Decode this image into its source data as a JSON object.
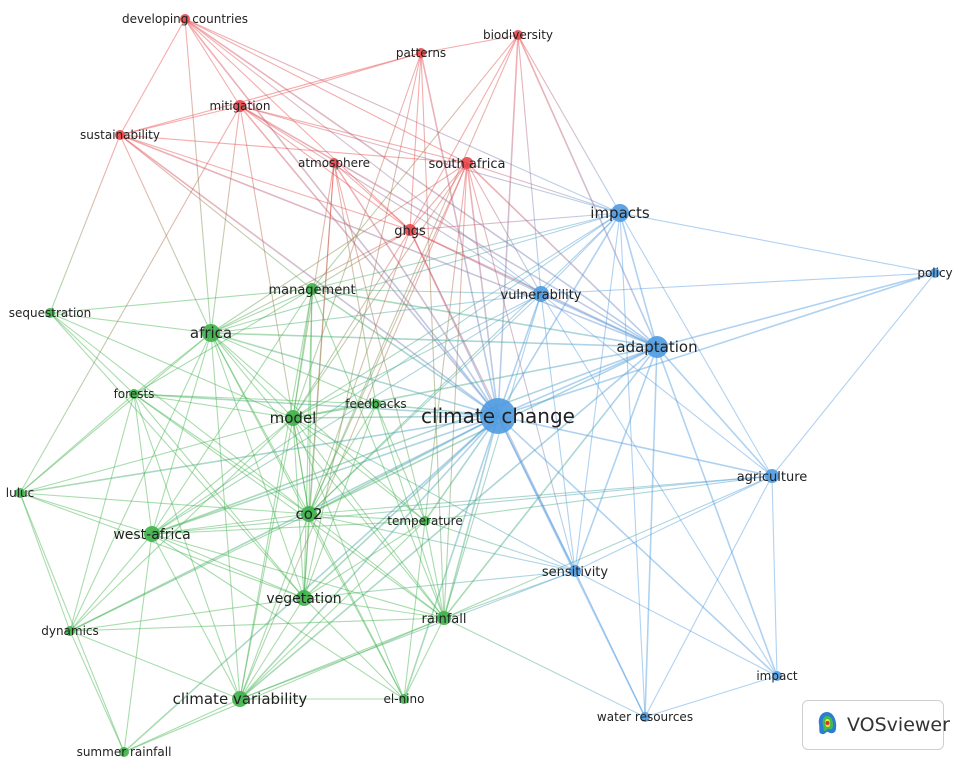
{
  "brand": {
    "name": "VOSviewer",
    "logo_icon": "vosviewer-logo-icon"
  },
  "colors": {
    "cluster_red": "#e8474a",
    "cluster_green": "#3fb14a",
    "cluster_blue": "#4f9be0"
  },
  "network": {
    "nodes": [
      {
        "id": "developing-countries",
        "label": "developing countries",
        "cluster": "red"
      },
      {
        "id": "patterns",
        "label": "patterns",
        "cluster": "red"
      },
      {
        "id": "biodiversity",
        "label": "biodiversity",
        "cluster": "red"
      },
      {
        "id": "mitigation",
        "label": "mitigation",
        "cluster": "red"
      },
      {
        "id": "sustainability",
        "label": "sustainability",
        "cluster": "red"
      },
      {
        "id": "atmosphere",
        "label": "atmosphere",
        "cluster": "red"
      },
      {
        "id": "south-africa",
        "label": "south africa",
        "cluster": "red"
      },
      {
        "id": "ghgs",
        "label": "ghgs",
        "cluster": "red"
      },
      {
        "id": "impacts",
        "label": "impacts",
        "cluster": "blue"
      },
      {
        "id": "policy",
        "label": "policy",
        "cluster": "blue"
      },
      {
        "id": "vulnerability",
        "label": "vulnerability",
        "cluster": "blue"
      },
      {
        "id": "adaptation",
        "label": "adaptation",
        "cluster": "blue"
      },
      {
        "id": "climate-change",
        "label": "climate change",
        "cluster": "blue"
      },
      {
        "id": "agriculture",
        "label": "agriculture",
        "cluster": "blue"
      },
      {
        "id": "sensitivity",
        "label": "sensitivity",
        "cluster": "blue"
      },
      {
        "id": "impact",
        "label": "impact",
        "cluster": "blue"
      },
      {
        "id": "water-resources",
        "label": "water resources",
        "cluster": "blue"
      },
      {
        "id": "management",
        "label": "management",
        "cluster": "green"
      },
      {
        "id": "sequestration",
        "label": "sequestration",
        "cluster": "green"
      },
      {
        "id": "africa",
        "label": "africa",
        "cluster": "green"
      },
      {
        "id": "forests",
        "label": "forests",
        "cluster": "green"
      },
      {
        "id": "feedbacks",
        "label": "feedbacks",
        "cluster": "green"
      },
      {
        "id": "model",
        "label": "model",
        "cluster": "green"
      },
      {
        "id": "luluc",
        "label": "luluc",
        "cluster": "green"
      },
      {
        "id": "co2",
        "label": "co2",
        "cluster": "green"
      },
      {
        "id": "temperature",
        "label": "temperature",
        "cluster": "green"
      },
      {
        "id": "west-africa",
        "label": "west-africa",
        "cluster": "green"
      },
      {
        "id": "vegetation",
        "label": "vegetation",
        "cluster": "green"
      },
      {
        "id": "rainfall",
        "label": "rainfall",
        "cluster": "green"
      },
      {
        "id": "dynamics",
        "label": "dynamics",
        "cluster": "green"
      },
      {
        "id": "climate-variability",
        "label": "climate variability",
        "cluster": "green"
      },
      {
        "id": "el-nino",
        "label": "el-nino",
        "cluster": "green"
      },
      {
        "id": "summer-rainfall",
        "label": "summer rainfall",
        "cluster": "green"
      }
    ],
    "links": [
      [
        "developing-countries",
        "mitigation"
      ],
      [
        "developing-countries",
        "sustainability"
      ],
      [
        "developing-countries",
        "ghgs"
      ],
      [
        "developing-countries",
        "climate-change"
      ],
      [
        "developing-countries",
        "adaptation"
      ],
      [
        "developing-countries",
        "vulnerability"
      ],
      [
        "developing-countries",
        "africa"
      ],
      [
        "developing-countries",
        "south-africa"
      ],
      [
        "developing-countries",
        "impacts"
      ],
      [
        "patterns",
        "biodiversity"
      ],
      [
        "patterns",
        "sustainability"
      ],
      [
        "patterns",
        "climate-change"
      ],
      [
        "patterns",
        "ghgs"
      ],
      [
        "patterns",
        "vegetation"
      ],
      [
        "patterns",
        "rainfall"
      ],
      [
        "patterns",
        "model"
      ],
      [
        "patterns",
        "mitigation"
      ],
      [
        "biodiversity",
        "climate-change"
      ],
      [
        "biodiversity",
        "impacts"
      ],
      [
        "biodiversity",
        "management"
      ],
      [
        "biodiversity",
        "adaptation"
      ],
      [
        "biodiversity",
        "vulnerability"
      ],
      [
        "biodiversity",
        "ghgs"
      ],
      [
        "biodiversity",
        "co2"
      ],
      [
        "mitigation",
        "climate-change"
      ],
      [
        "mitigation",
        "adaptation"
      ],
      [
        "mitigation",
        "impacts"
      ],
      [
        "mitigation",
        "ghgs"
      ],
      [
        "mitigation",
        "africa"
      ],
      [
        "mitigation",
        "south-africa"
      ],
      [
        "mitigation",
        "sustainability"
      ],
      [
        "mitigation",
        "vulnerability"
      ],
      [
        "mitigation",
        "co2"
      ],
      [
        "mitigation",
        "luluc"
      ],
      [
        "sustainability",
        "africa"
      ],
      [
        "sustainability",
        "climate-change"
      ],
      [
        "sustainability",
        "south-africa"
      ],
      [
        "sustainability",
        "sequestration"
      ],
      [
        "sustainability",
        "management"
      ],
      [
        "sustainability",
        "adaptation"
      ],
      [
        "sustainability",
        "ghgs"
      ],
      [
        "atmosphere",
        "co2"
      ],
      [
        "atmosphere",
        "climate-change"
      ],
      [
        "atmosphere",
        "ghgs"
      ],
      [
        "atmosphere",
        "model"
      ],
      [
        "atmosphere",
        "feedbacks"
      ],
      [
        "atmosphere",
        "vegetation"
      ],
      [
        "atmosphere",
        "temperature"
      ],
      [
        "south-africa",
        "climate-change"
      ],
      [
        "south-africa",
        "ghgs"
      ],
      [
        "south-africa",
        "adaptation"
      ],
      [
        "south-africa",
        "vulnerability"
      ],
      [
        "south-africa",
        "impacts"
      ],
      [
        "south-africa",
        "rainfall"
      ],
      [
        "south-africa",
        "temperature"
      ],
      [
        "south-africa",
        "co2"
      ],
      [
        "south-africa",
        "climate-variability"
      ],
      [
        "south-africa",
        "model"
      ],
      [
        "south-africa",
        "sensitivity"
      ],
      [
        "south-africa",
        "africa"
      ],
      [
        "ghgs",
        "climate-change"
      ],
      [
        "ghgs",
        "co2"
      ],
      [
        "ghgs",
        "adaptation"
      ],
      [
        "ghgs",
        "impacts"
      ],
      [
        "ghgs",
        "africa"
      ],
      [
        "ghgs",
        "sensitivity"
      ],
      [
        "ghgs",
        "management"
      ],
      [
        "ghgs",
        "vulnerability"
      ],
      [
        "ghgs",
        "model"
      ],
      [
        "impacts",
        "climate-change"
      ],
      [
        "impacts",
        "adaptation"
      ],
      [
        "impacts",
        "vulnerability"
      ],
      [
        "impacts",
        "policy"
      ],
      [
        "impacts",
        "agriculture"
      ],
      [
        "impacts",
        "africa"
      ],
      [
        "impacts",
        "management"
      ],
      [
        "impacts",
        "west-africa"
      ],
      [
        "impacts",
        "sensitivity"
      ],
      [
        "impacts",
        "co2"
      ],
      [
        "impacts",
        "model"
      ],
      [
        "impacts",
        "water-resources"
      ],
      [
        "policy",
        "adaptation"
      ],
      [
        "policy",
        "climate-change"
      ],
      [
        "policy",
        "vulnerability"
      ],
      [
        "policy",
        "agriculture"
      ],
      [
        "vulnerability",
        "climate-change"
      ],
      [
        "vulnerability",
        "adaptation"
      ],
      [
        "vulnerability",
        "agriculture"
      ],
      [
        "vulnerability",
        "africa"
      ],
      [
        "vulnerability",
        "sensitivity"
      ],
      [
        "vulnerability",
        "management"
      ],
      [
        "vulnerability",
        "model"
      ],
      [
        "vulnerability",
        "co2"
      ],
      [
        "vulnerability",
        "west-africa"
      ],
      [
        "vulnerability",
        "rainfall"
      ],
      [
        "vulnerability",
        "impact"
      ],
      [
        "adaptation",
        "climate-change"
      ],
      [
        "adaptation",
        "agriculture"
      ],
      [
        "adaptation",
        "africa"
      ],
      [
        "adaptation",
        "sensitivity"
      ],
      [
        "adaptation",
        "impact"
      ],
      [
        "adaptation",
        "water-resources"
      ],
      [
        "adaptation",
        "management"
      ],
      [
        "adaptation",
        "west-africa"
      ],
      [
        "adaptation",
        "rainfall"
      ],
      [
        "adaptation",
        "model"
      ],
      [
        "adaptation",
        "co2"
      ],
      [
        "adaptation",
        "climate-variability"
      ],
      [
        "climate-change",
        "agriculture"
      ],
      [
        "climate-change",
        "africa"
      ],
      [
        "climate-change",
        "west-africa"
      ],
      [
        "climate-change",
        "co2"
      ],
      [
        "climate-change",
        "model"
      ],
      [
        "climate-change",
        "vegetation"
      ],
      [
        "climate-change",
        "rainfall"
      ],
      [
        "climate-change",
        "temperature"
      ],
      [
        "climate-change",
        "sensitivity"
      ],
      [
        "climate-change",
        "water-resources"
      ],
      [
        "climate-change",
        "climate-variability"
      ],
      [
        "climate-change",
        "management"
      ],
      [
        "climate-change",
        "impact"
      ],
      [
        "climate-change",
        "feedbacks"
      ],
      [
        "climate-change",
        "forests"
      ],
      [
        "climate-change",
        "dynamics"
      ],
      [
        "climate-change",
        "luluc"
      ],
      [
        "climate-change",
        "el-nino"
      ],
      [
        "climate-change",
        "summer-rainfall"
      ],
      [
        "agriculture",
        "sensitivity"
      ],
      [
        "agriculture",
        "impact"
      ],
      [
        "agriculture",
        "water-resources"
      ],
      [
        "agriculture",
        "rainfall"
      ],
      [
        "agriculture",
        "co2"
      ],
      [
        "agriculture",
        "temperature"
      ],
      [
        "agriculture",
        "west-africa"
      ],
      [
        "sensitivity",
        "rainfall"
      ],
      [
        "sensitivity",
        "co2"
      ],
      [
        "sensitivity",
        "model"
      ],
      [
        "sensitivity",
        "water-resources"
      ],
      [
        "sensitivity",
        "temperature"
      ],
      [
        "sensitivity",
        "vegetation"
      ],
      [
        "sensitivity",
        "climate-variability"
      ],
      [
        "sensitivity",
        "impact"
      ],
      [
        "impact",
        "water-resources"
      ],
      [
        "management",
        "africa"
      ],
      [
        "management",
        "model"
      ],
      [
        "management",
        "co2"
      ],
      [
        "management",
        "sequestration"
      ],
      [
        "management",
        "forests"
      ],
      [
        "management",
        "vegetation"
      ],
      [
        "management",
        "rainfall"
      ],
      [
        "management",
        "climate-variability"
      ],
      [
        "management",
        "west-africa"
      ],
      [
        "sequestration",
        "africa"
      ],
      [
        "sequestration",
        "forests"
      ],
      [
        "sequestration",
        "co2"
      ],
      [
        "sequestration",
        "model"
      ],
      [
        "sequestration",
        "vegetation"
      ],
      [
        "africa",
        "model"
      ],
      [
        "africa",
        "co2"
      ],
      [
        "africa",
        "west-africa"
      ],
      [
        "africa",
        "forests"
      ],
      [
        "africa",
        "vegetation"
      ],
      [
        "africa",
        "rainfall"
      ],
      [
        "africa",
        "temperature"
      ],
      [
        "africa",
        "climate-variability"
      ],
      [
        "africa",
        "feedbacks"
      ],
      [
        "africa",
        "luluc"
      ],
      [
        "africa",
        "el-nino"
      ],
      [
        "africa",
        "dynamics"
      ],
      [
        "forests",
        "model"
      ],
      [
        "forests",
        "co2"
      ],
      [
        "forests",
        "feedbacks"
      ],
      [
        "forests",
        "west-africa"
      ],
      [
        "forests",
        "vegetation"
      ],
      [
        "forests",
        "luluc"
      ],
      [
        "forests",
        "dynamics"
      ],
      [
        "forests",
        "climate-variability"
      ],
      [
        "forests",
        "rainfall"
      ],
      [
        "feedbacks",
        "model"
      ],
      [
        "feedbacks",
        "co2"
      ],
      [
        "feedbacks",
        "vegetation"
      ],
      [
        "feedbacks",
        "temperature"
      ],
      [
        "feedbacks",
        "rainfall"
      ],
      [
        "model",
        "co2"
      ],
      [
        "model",
        "west-africa"
      ],
      [
        "model",
        "vegetation"
      ],
      [
        "model",
        "rainfall"
      ],
      [
        "model",
        "temperature"
      ],
      [
        "model",
        "climate-variability"
      ],
      [
        "model",
        "luluc"
      ],
      [
        "model",
        "el-nino"
      ],
      [
        "model",
        "dynamics"
      ],
      [
        "luluc",
        "co2"
      ],
      [
        "luluc",
        "west-africa"
      ],
      [
        "luluc",
        "dynamics"
      ],
      [
        "luluc",
        "vegetation"
      ],
      [
        "luluc",
        "summer-rainfall"
      ],
      [
        "co2",
        "temperature"
      ],
      [
        "co2",
        "vegetation"
      ],
      [
        "co2",
        "west-africa"
      ],
      [
        "co2",
        "rainfall"
      ],
      [
        "co2",
        "climate-variability"
      ],
      [
        "co2",
        "el-nino"
      ],
      [
        "co2",
        "dynamics"
      ],
      [
        "temperature",
        "rainfall"
      ],
      [
        "temperature",
        "vegetation"
      ],
      [
        "temperature",
        "west-africa"
      ],
      [
        "temperature",
        "climate-variability"
      ],
      [
        "temperature",
        "el-nino"
      ],
      [
        "west-africa",
        "vegetation"
      ],
      [
        "west-africa",
        "rainfall"
      ],
      [
        "west-africa",
        "climate-variability"
      ],
      [
        "west-africa",
        "dynamics"
      ],
      [
        "west-africa",
        "summer-rainfall"
      ],
      [
        "west-africa",
        "el-nino"
      ],
      [
        "vegetation",
        "rainfall"
      ],
      [
        "vegetation",
        "climate-variability"
      ],
      [
        "vegetation",
        "dynamics"
      ],
      [
        "vegetation",
        "el-nino"
      ],
      [
        "rainfall",
        "climate-variability"
      ],
      [
        "rainfall",
        "el-nino"
      ],
      [
        "rainfall",
        "dynamics"
      ],
      [
        "rainfall",
        "summer-rainfall"
      ],
      [
        "rainfall",
        "water-resources"
      ],
      [
        "dynamics",
        "climate-variability"
      ],
      [
        "dynamics",
        "summer-rainfall"
      ],
      [
        "climate-variability",
        "el-nino"
      ],
      [
        "climate-variability",
        "summer-rainfall"
      ]
    ]
  }
}
